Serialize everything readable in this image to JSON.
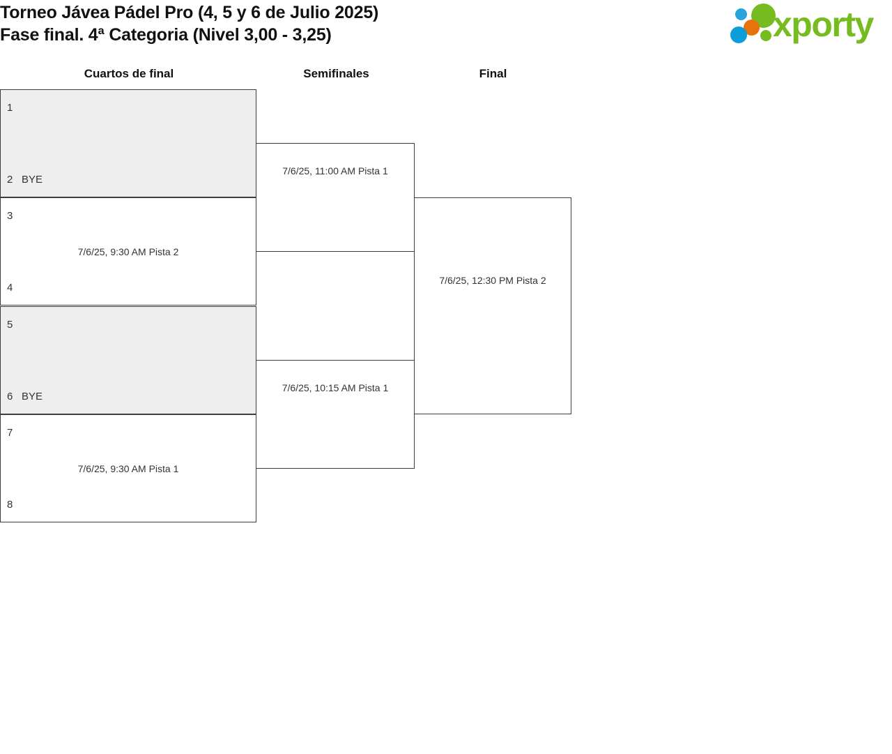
{
  "header": {
    "title_line1": "Torneo Jávea Pádel Pro (4, 5 y 6 de Julio 2025)",
    "title_line2": "Fase final. 4ª Categoria (Nivel 3,00 - 3,25)",
    "logo_text": "xporty",
    "logo_colors": {
      "green": "#76bc21",
      "blue": "#0d9ddb",
      "blue_light": "#29a3dc",
      "orange": "#e8730c"
    }
  },
  "bracket": {
    "bye_label": "BYE",
    "bye_background": "#eeeeee",
    "border_color": "#3c3c3c",
    "rounds": [
      {
        "label": "Cuartos de final",
        "matches": [
          {
            "is_bye": true,
            "time": "",
            "slots": [
              {
                "seed": "1",
                "name": ""
              },
              {
                "seed": "2",
                "name": "BYE"
              }
            ]
          },
          {
            "is_bye": false,
            "time": "7/6/25, 9:30 AM Pista 2",
            "slots": [
              {
                "seed": "3",
                "name": ""
              },
              {
                "seed": "4",
                "name": ""
              }
            ]
          },
          {
            "is_bye": true,
            "time": "",
            "slots": [
              {
                "seed": "5",
                "name": ""
              },
              {
                "seed": "6",
                "name": "BYE"
              }
            ]
          },
          {
            "is_bye": false,
            "time": "7/6/25, 9:30 AM Pista 1",
            "slots": [
              {
                "seed": "7",
                "name": ""
              },
              {
                "seed": "8",
                "name": ""
              }
            ]
          }
        ]
      },
      {
        "label": "Semifinales",
        "matches": [
          {
            "is_bye": false,
            "time": "7/6/25, 11:00 AM Pista 1",
            "slots": []
          },
          {
            "is_bye": false,
            "time": "7/6/25, 10:15 AM Pista 1",
            "slots": []
          }
        ]
      },
      {
        "label": "Final",
        "matches": [
          {
            "is_bye": false,
            "time": "7/6/25, 12:30 PM Pista 2",
            "slots": []
          }
        ]
      }
    ]
  }
}
